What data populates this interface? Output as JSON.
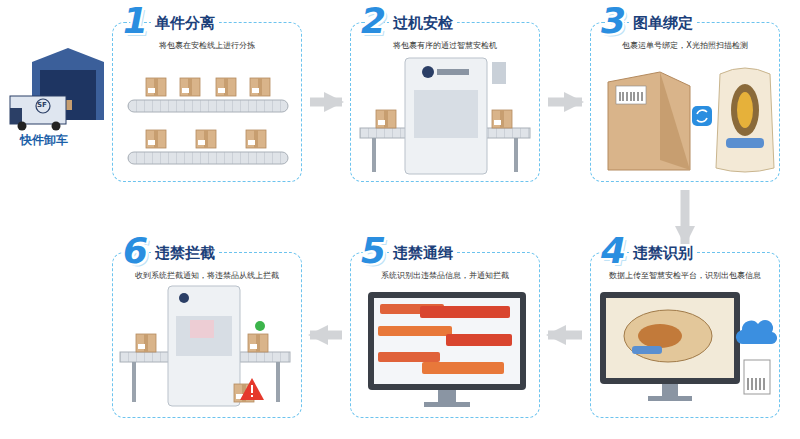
{
  "diagram": {
    "nodes": [
      {
        "text": [
          "1",
          "单件分离",
          "将包裹在安检线上进行分拣"
        ]
      },
      {
        "text": [
          "2",
          "过机安检",
          "将包裹有序的通过智慧安检机"
        ]
      },
      {
        "text": [
          "3",
          "图单绑定",
          "包裹运单号绑定，X光拍照扫描检测"
        ]
      },
      {
        "text": [
          "4",
          "违禁识别",
          "数据上传至智慧安检平台，识别出包裹信息"
        ]
      },
      {
        "text": [
          "5",
          "违禁通缉",
          "系统识别出违禁品信息，并通知拦截"
        ]
      },
      {
        "text": [
          "6",
          "违禁拦截",
          "收到系统拦截通知，将违禁品从线上拦截"
        ]
      }
    ],
    "edges": [
      {
        "from": 0,
        "to": 1,
        "arrow": "to"
      },
      {
        "from": 1,
        "to": 2,
        "arrow": "to"
      },
      {
        "from": 2,
        "to": 3,
        "arrow": "to"
      },
      {
        "from": 3,
        "to": 4,
        "arrow": "to"
      },
      {
        "from": 4,
        "to": 5,
        "arrow": "to"
      }
    ],
    "labels": [
      "快件卸车",
      "SF"
    ]
  }
}
